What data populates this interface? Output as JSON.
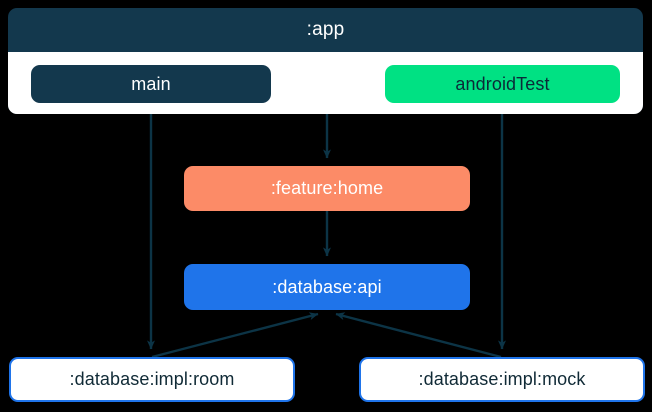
{
  "diagram": {
    "type": "module-dependency-graph",
    "background_color": "#000000",
    "subgraph": {
      "label": ":app",
      "fill_color": "#13384d",
      "body_color": "#ffffff"
    },
    "nodes": [
      {
        "id": "main",
        "label": "main",
        "fill": "#13384d",
        "text_color": "#ffffff",
        "border": "none"
      },
      {
        "id": "androidTest",
        "label": "androidTest",
        "fill": "#00e183",
        "text_color": "#0b2a38",
        "border": "none"
      },
      {
        "id": "featureHome",
        "label": ":feature:home",
        "fill": "#fc8b67",
        "text_color": "#ffffff",
        "border": "none"
      },
      {
        "id": "databaseApi",
        "label": ":database:api",
        "fill": "#1f74ea",
        "text_color": "#ffffff",
        "border": "none"
      },
      {
        "id": "databaseImplRoom",
        "label": ":database:impl:room",
        "fill": "#ffffff",
        "text_color": "#102a36",
        "border": "#1f74ea"
      },
      {
        "id": "databaseImplMock",
        "label": ":database:impl:mock",
        "fill": "#ffffff",
        "text_color": "#102a36",
        "border": "#1f74ea"
      }
    ],
    "edges": [
      {
        "from": "main",
        "to": "databaseImplRoom"
      },
      {
        "from": ":app",
        "to": "featureHome"
      },
      {
        "from": "androidTest",
        "to": "databaseImplMock"
      },
      {
        "from": "featureHome",
        "to": "databaseApi"
      },
      {
        "from": "databaseImplRoom",
        "to": "databaseApi"
      },
      {
        "from": "databaseImplMock",
        "to": "databaseApi"
      }
    ],
    "edge_color": "#0c3446"
  }
}
